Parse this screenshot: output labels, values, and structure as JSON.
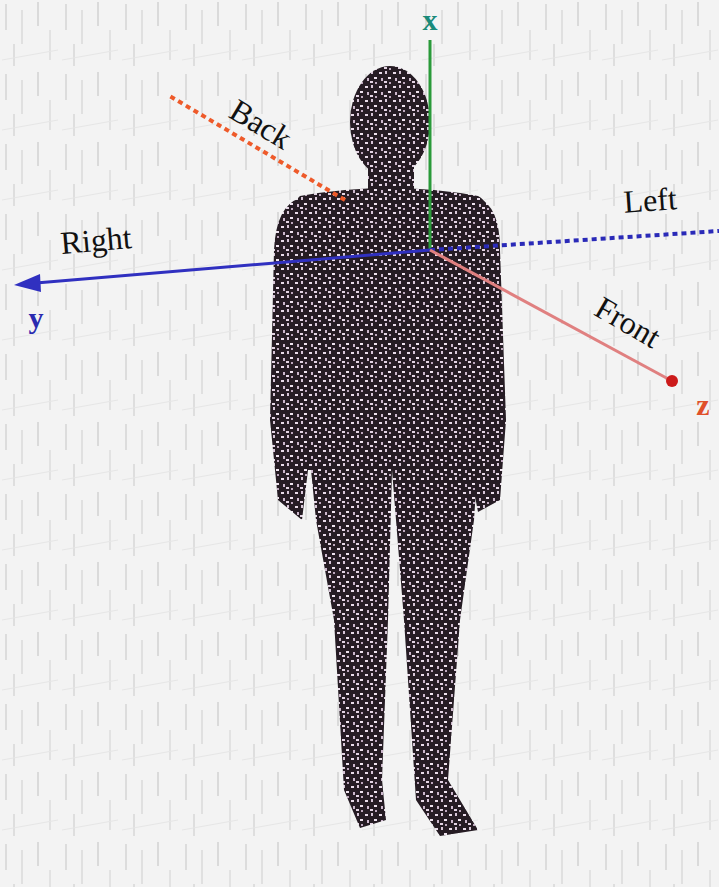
{
  "diagram": {
    "labels": [
      "x",
      "Back",
      "Left",
      "Right",
      "y",
      "Front",
      "z"
    ]
  }
}
